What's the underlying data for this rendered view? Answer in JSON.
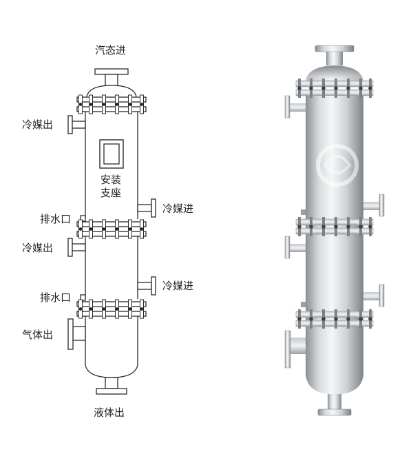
{
  "labels": {
    "steam_in": "汽态进",
    "coolant_out_top": "冷媒出",
    "mount_line1": "安装",
    "mount_line2": "支座",
    "coolant_in_mid": "冷媒进",
    "drain_upper": "排水口",
    "coolant_out_mid": "冷媒出",
    "drain_lower": "排水口",
    "coolant_in_low": "冷媒进",
    "gas_out": "气体出",
    "liquid_out": "液体出"
  },
  "colors": {
    "line": "#2a2a2a",
    "steel_dark": "#8c9196",
    "steel_light": "#f4f5f6",
    "steel_mid": "#c9cdd1"
  }
}
